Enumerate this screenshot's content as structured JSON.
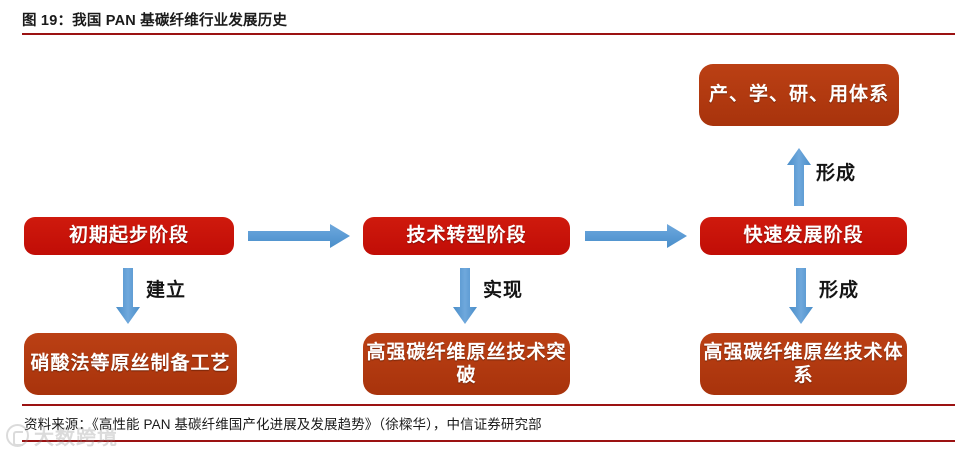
{
  "header": {
    "title": "图 19：我国 PAN 基碳纤维行业发展历史"
  },
  "diagram": {
    "type": "flow-diagram",
    "stages": [
      {
        "id": "stage-1",
        "label": "初期起步阶段",
        "color": "#c7140a"
      },
      {
        "id": "stage-2",
        "label": "技术转型阶段",
        "color": "#c7140a"
      },
      {
        "id": "stage-3",
        "label": "快速发展阶段",
        "color": "#c7140a"
      }
    ],
    "results": [
      {
        "id": "result-1",
        "label": "硝酸法等原丝制备工艺",
        "color": "#b0380f"
      },
      {
        "id": "result-2",
        "label": "高强碳纤维原丝技术突破",
        "color": "#b0380f"
      },
      {
        "id": "result-3",
        "label": "高强碳纤维原丝技术体系",
        "color": "#b0380f"
      }
    ],
    "top_outcome": {
      "id": "top-outcome",
      "label": "产、学、研、用体系",
      "color": "#b0380f"
    },
    "connector_labels": {
      "down_1": "建立",
      "down_2": "实现",
      "down_3": "形成",
      "up_1": "形成"
    },
    "arrow_color": "#5b9bd5"
  },
  "footer": {
    "source": "资料来源：《高性能 PAN 基碳纤维国产化进展及发展趋势》（徐樑华），中信证券研究部"
  },
  "watermark": {
    "text": "大数跨境"
  }
}
